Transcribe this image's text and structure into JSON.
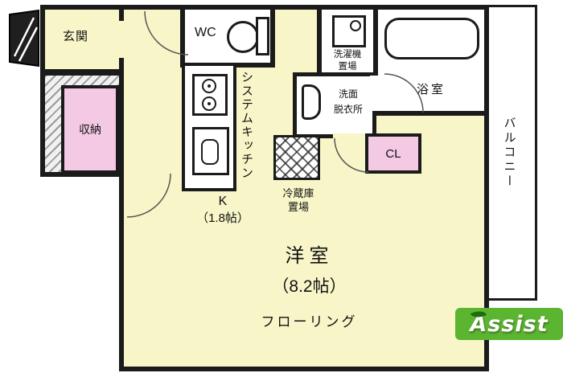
{
  "plan": {
    "rooms": {
      "genkan": {
        "label": "玄関"
      },
      "wc": {
        "label": "WC"
      },
      "laundry": {
        "line1": "洗濯機",
        "line2": "置場"
      },
      "bath": {
        "label": "浴室"
      },
      "balcony": {
        "label": "バルコニー"
      },
      "storage": {
        "label": "収納"
      },
      "system_kitchen": {
        "label": "システムキッチン"
      },
      "washroom": {
        "line1": "洗面",
        "line2": "脱衣所"
      },
      "closet": {
        "label": "CL"
      },
      "fridge": {
        "line1": "冷蔵庫",
        "line2": "置場"
      },
      "kitchen": {
        "line1": "K",
        "line2": "（1.8帖）"
      },
      "main_room": {
        "line1": "洋室",
        "line2": "（8.2帖）",
        "line3": "フローリング"
      }
    },
    "colors": {
      "floor": "#f8f6c8",
      "accent_pink": "#f4c9e4",
      "wall": "#1b1b1b",
      "logo_green": "#5cb531"
    },
    "logo": {
      "text": "Assist"
    }
  }
}
